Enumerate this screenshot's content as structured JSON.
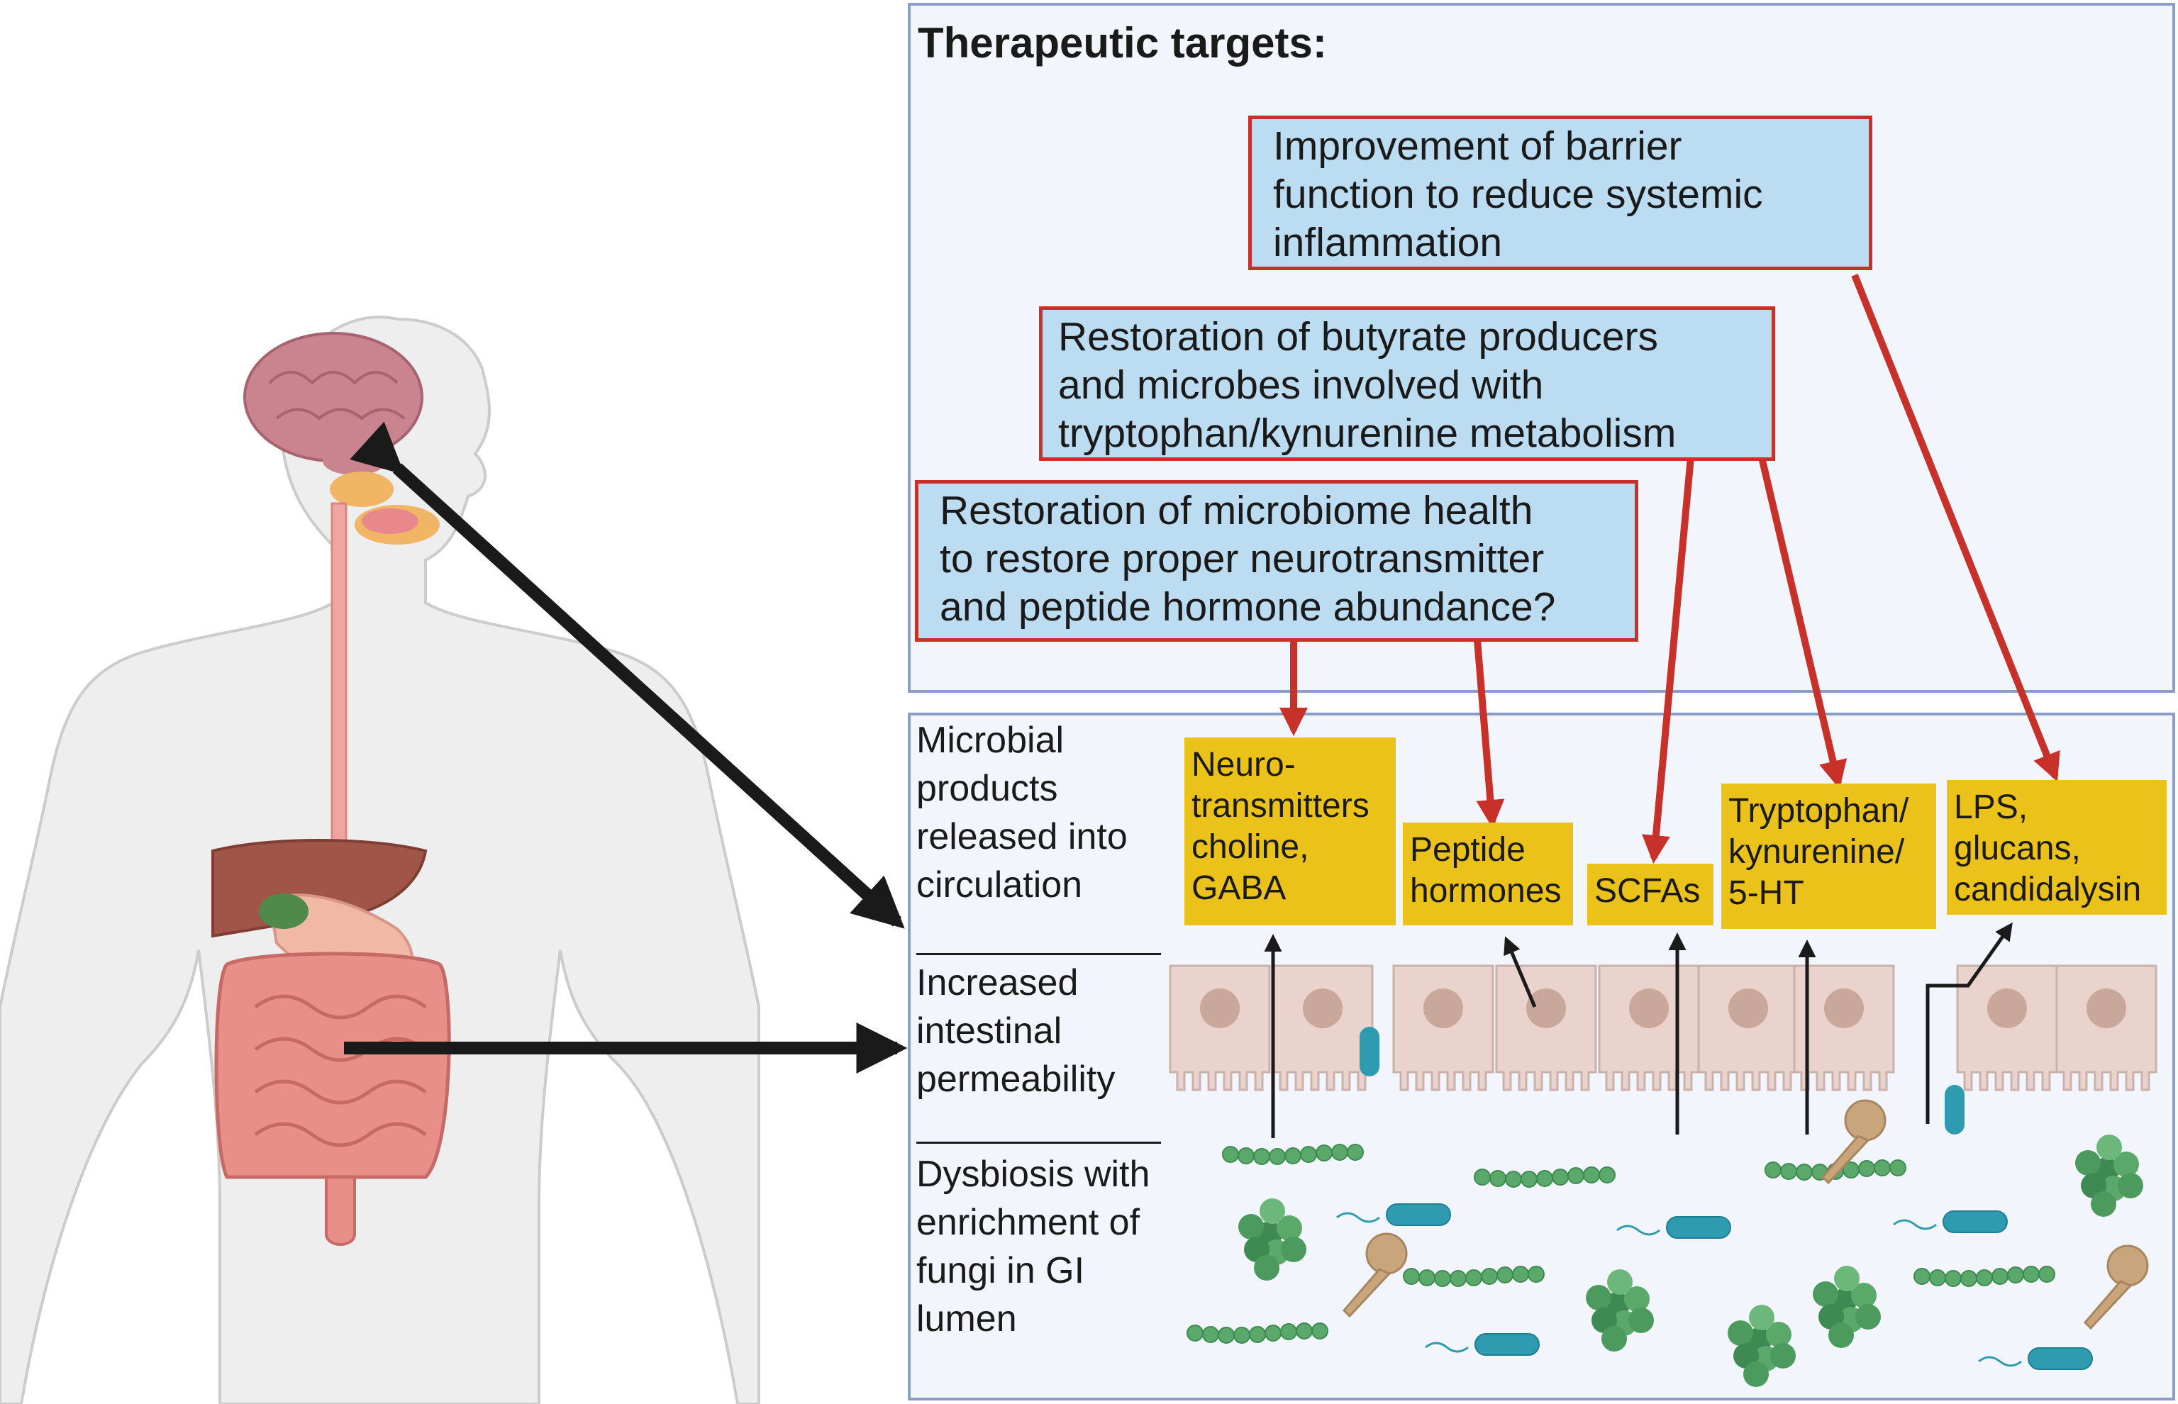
{
  "targets_panel": {
    "title": "Therapeutic targets:",
    "targets": [
      "Improvement of barrier\nfunction to reduce systemic\ninflammation",
      "Restoration of butyrate producers\nand microbes involved with\ntryptophan/kynurenine metabolism",
      "Restoration of microbiome health\nto restore proper neurotransmitter\nand peptide hormone abundance?"
    ]
  },
  "gut_panel": {
    "row_labels": [
      "Microbial\nproducts\nreleased into\ncirculation",
      "Increased\nintestinal\npermeability",
      "Dysbiosis with\nenrichment of\nfungi in GI\nlumen"
    ],
    "products": [
      "Neuro-\ntransmitters\ncholine,\nGABA",
      "Peptide\nhormones",
      "SCFAs",
      "Tryptophan/\nkynurenine/\n5-HT",
      "LPS,\nglucans,\ncandidalysin"
    ]
  },
  "colors": {
    "panel_border": "#8a9cc8",
    "panel_fill": "#f2f6fc",
    "target_fill": "#bcdcf2",
    "target_border": "#c8302a",
    "product_fill": "#ebc21a",
    "red_arrow": "#c8302a",
    "black_arrow": "#1a1a1a",
    "epithelial_cell": "#e9d3cc",
    "nucleus": "#c9a79a",
    "bacteria_green": "#5aa86a",
    "bacteria_teal": "#2e9bb0",
    "fungi_tan": "#c9a57c"
  },
  "icons": [
    "human-body-illustration-icon",
    "brain-icon",
    "intestine-icon",
    "epithelial-cell-icon",
    "bacteria-chain-icon",
    "rod-bacterium-icon",
    "fungi-cluster-icon",
    "yeast-hypha-icon"
  ]
}
